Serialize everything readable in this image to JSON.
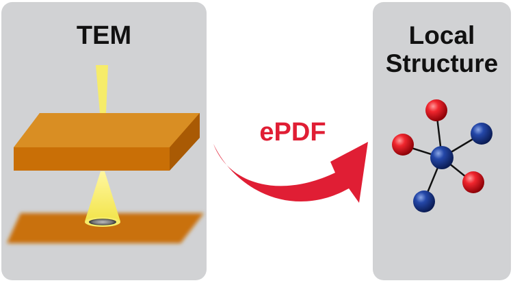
{
  "left_panel": {
    "title": "TEM"
  },
  "right_panel": {
    "title_line1": "Local",
    "title_line2": "Structure"
  },
  "arrow": {
    "label": "ePDF"
  },
  "colors": {
    "panel_bg": "#d1d2d4",
    "slab_top": "#d98e23",
    "slab_front": "#c96f06",
    "beam": "#f6ec6a",
    "arrow_red": "#e01e34",
    "atom_red": "#e2141c",
    "atom_blue": "#1a3f99"
  }
}
